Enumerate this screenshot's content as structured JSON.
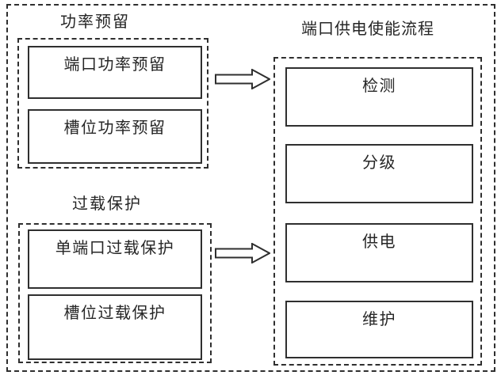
{
  "figure": {
    "background_color": "#ffffff",
    "line_color": "#2f2f2f",
    "text_color": "#262626"
  },
  "power_reservation": {
    "title": "功率预留",
    "items": [
      {
        "label": "端口功率预留"
      },
      {
        "label": "槽位功率预留"
      }
    ]
  },
  "overload_protection": {
    "title": "过载保护",
    "items": [
      {
        "label": "单端口过载保护"
      },
      {
        "label": "槽位过载保护"
      }
    ]
  },
  "enable_flow": {
    "title": "端口供电使能流程",
    "steps": [
      {
        "label": "检测"
      },
      {
        "label": "分级"
      },
      {
        "label": "供电"
      },
      {
        "label": "维护"
      }
    ]
  }
}
